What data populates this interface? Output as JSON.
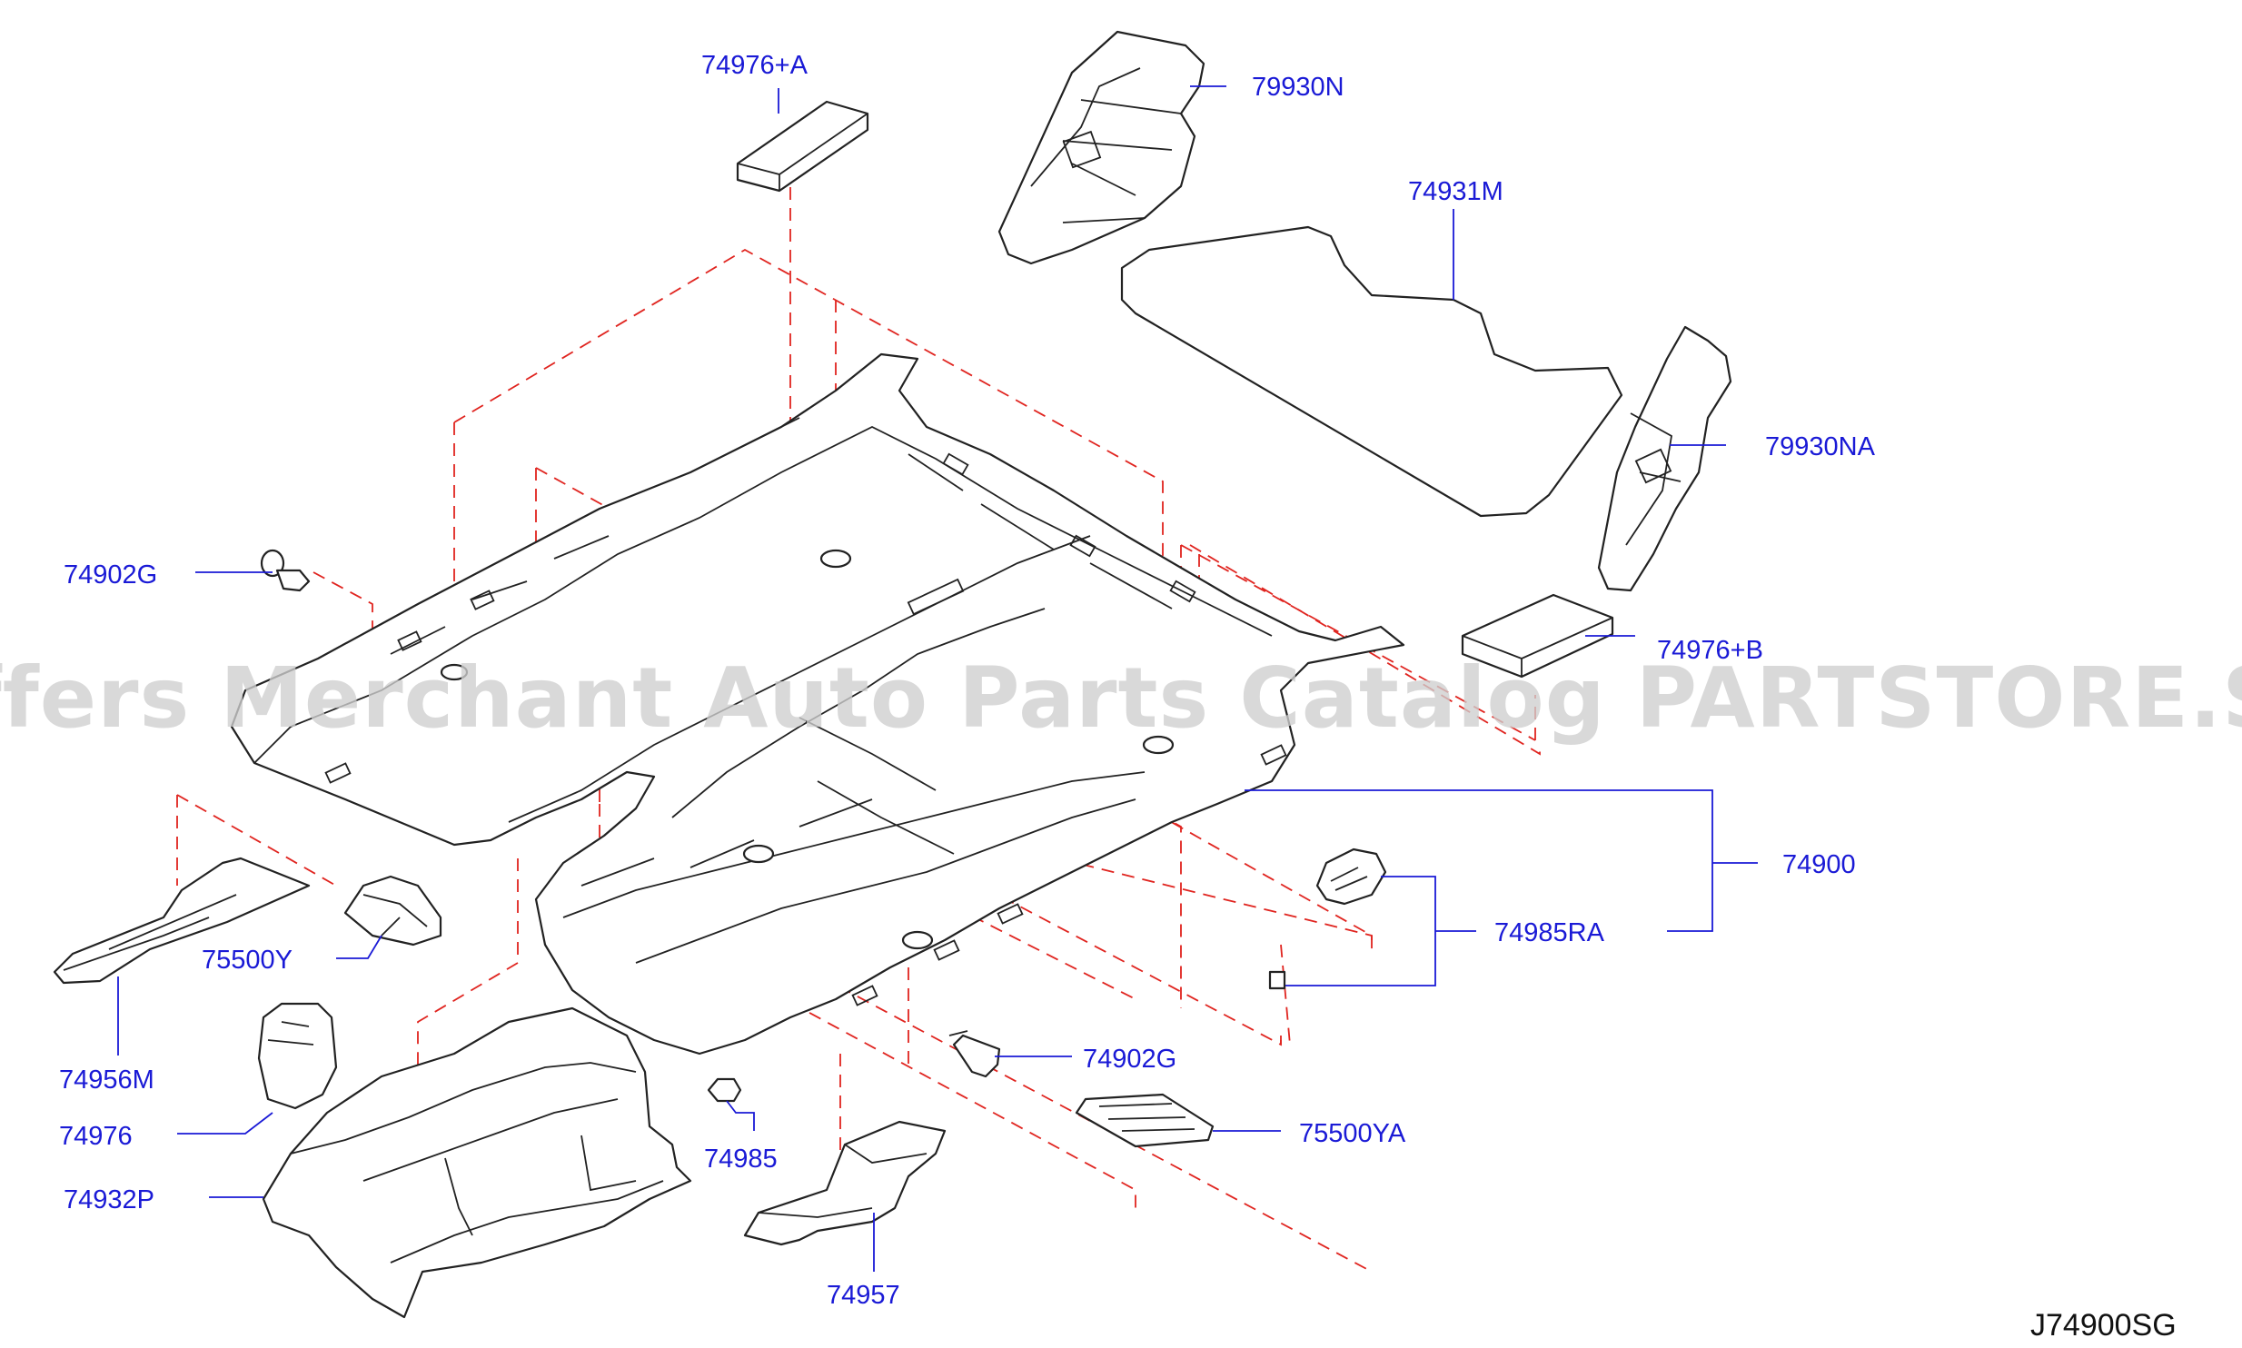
{
  "diagram": {
    "code": "J74900SG",
    "watermark": "Offers Merchant Auto Parts Catalog PARTSTORE.SA",
    "colors": {
      "label": "#1a1ad6",
      "guide_lines": "#e0241f",
      "outline": "#222222",
      "watermark": "#cfcfcf"
    },
    "labels": {
      "p74976A": "74976+A",
      "p79930N": "79930N",
      "p74931M": "74931M",
      "p79930NA": "79930NA",
      "p74902G_top": "74902G",
      "p74976B": "74976+B",
      "p74900": "74900",
      "p74985RA": "74985RA",
      "p75500Y": "75500Y",
      "p74956M": "74956M",
      "p74976": "74976",
      "p74932P": "74932P",
      "p74985": "74985",
      "p74957": "74957",
      "p74902G_bottom": "74902G",
      "p75500YA": "75500YA"
    }
  }
}
